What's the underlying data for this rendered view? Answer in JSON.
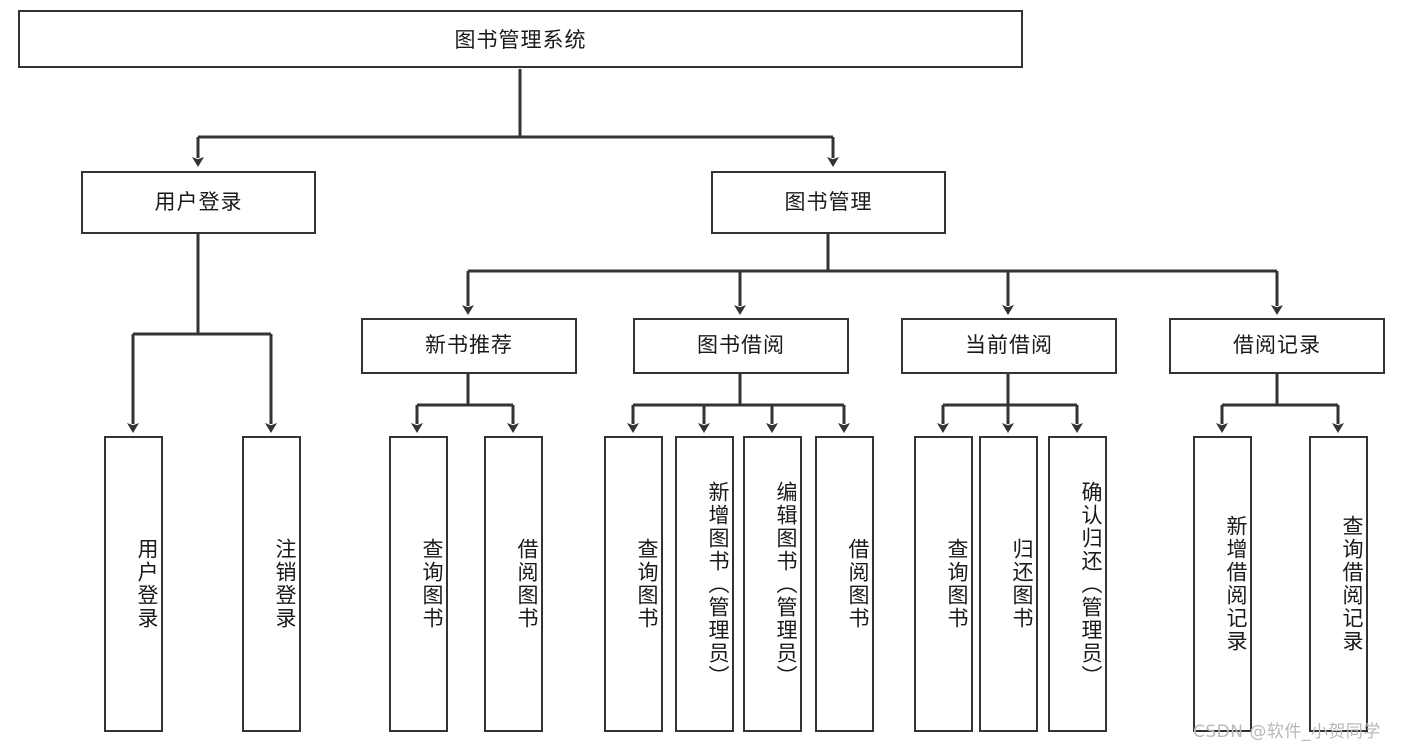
{
  "diagram": {
    "title": "图书管理系统",
    "root": {
      "label": "图书管理系统"
    },
    "level1": [
      {
        "label": "用户登录"
      },
      {
        "label": "图书管理"
      }
    ],
    "level2": [
      {
        "label": "新书推荐"
      },
      {
        "label": "图书借阅"
      },
      {
        "label": "当前借阅"
      },
      {
        "label": "借阅记录"
      }
    ],
    "leaves": {
      "user_login": [
        {
          "label": "用户登录"
        },
        {
          "label": "注销登录"
        }
      ],
      "new_book_recommend": [
        {
          "label": "查询图书"
        },
        {
          "label": "借阅图书"
        }
      ],
      "book_borrow": [
        {
          "label": "查询图书"
        },
        {
          "label": "新增图书（管理员）"
        },
        {
          "label": "编辑图书（管理员）"
        },
        {
          "label": "借阅图书"
        }
      ],
      "current_borrow": [
        {
          "label": "查询图书"
        },
        {
          "label": "归还图书"
        },
        {
          "label": "确认归还（管理员）"
        }
      ],
      "borrow_record": [
        {
          "label": "新增借阅记录"
        },
        {
          "label": "查询借阅记录"
        }
      ]
    }
  },
  "watermark": {
    "text": "CSDN @软件_小贺同学"
  },
  "colors": {
    "stroke": "#333333",
    "box_fill": "#ffffff",
    "text": "#1a1a1a",
    "watermark": "#b9b9b9"
  }
}
